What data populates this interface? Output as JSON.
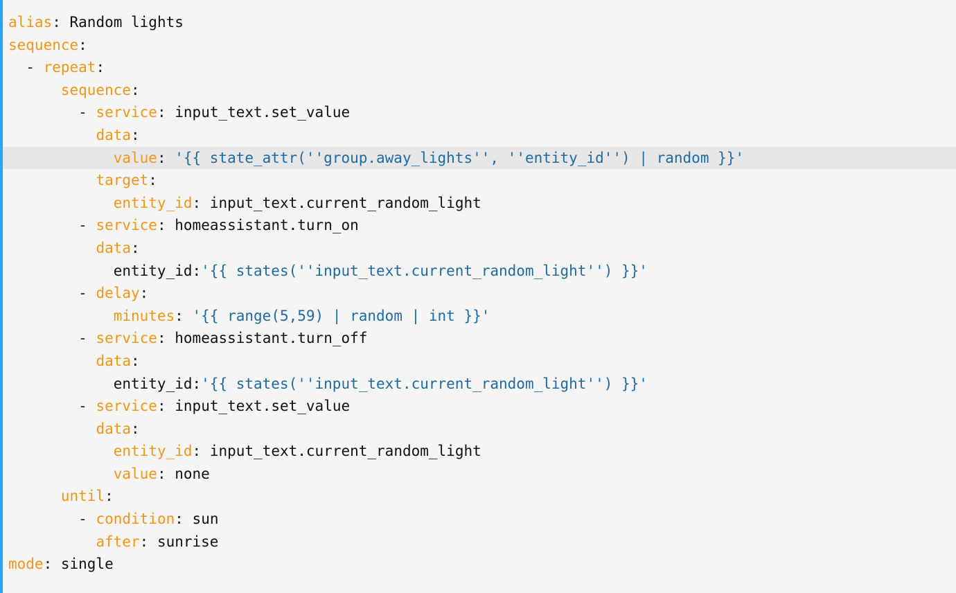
{
  "colors": {
    "background": "#f5f5f5",
    "accent_bar": "#2aa4ef",
    "active_line": "#e7e7e7",
    "key": "#f0961a",
    "string": "#1f6aa3",
    "plain": "#111111"
  },
  "active_line_index": 6,
  "lines": [
    {
      "indent": "",
      "tokens": [
        {
          "t": "key",
          "v": "alias"
        },
        {
          "t": "punct",
          "v": ": "
        },
        {
          "t": "plain",
          "v": "Random lights"
        }
      ]
    },
    {
      "indent": "",
      "tokens": [
        {
          "t": "key",
          "v": "sequence"
        },
        {
          "t": "punct",
          "v": ":"
        }
      ]
    },
    {
      "indent": "  ",
      "tokens": [
        {
          "t": "punct",
          "v": "- "
        },
        {
          "t": "key",
          "v": "repeat"
        },
        {
          "t": "punct",
          "v": ":"
        }
      ]
    },
    {
      "indent": "      ",
      "tokens": [
        {
          "t": "key",
          "v": "sequence"
        },
        {
          "t": "punct",
          "v": ":"
        }
      ]
    },
    {
      "indent": "        ",
      "tokens": [
        {
          "t": "punct",
          "v": "- "
        },
        {
          "t": "key",
          "v": "service"
        },
        {
          "t": "punct",
          "v": ": "
        },
        {
          "t": "plain",
          "v": "input_text.set_value"
        }
      ]
    },
    {
      "indent": "          ",
      "tokens": [
        {
          "t": "key",
          "v": "data"
        },
        {
          "t": "punct",
          "v": ":"
        }
      ]
    },
    {
      "indent": "            ",
      "tokens": [
        {
          "t": "key",
          "v": "value"
        },
        {
          "t": "punct",
          "v": ": "
        },
        {
          "t": "str",
          "v": "'{{ state_attr(''group.away_lights'', ''entity_id'') | random }}'"
        }
      ]
    },
    {
      "indent": "          ",
      "tokens": [
        {
          "t": "key",
          "v": "target"
        },
        {
          "t": "punct",
          "v": ":"
        }
      ]
    },
    {
      "indent": "            ",
      "tokens": [
        {
          "t": "key",
          "v": "entity_id"
        },
        {
          "t": "punct",
          "v": ": "
        },
        {
          "t": "plain",
          "v": "input_text.current_random_light"
        }
      ]
    },
    {
      "indent": "        ",
      "tokens": [
        {
          "t": "punct",
          "v": "- "
        },
        {
          "t": "key",
          "v": "service"
        },
        {
          "t": "punct",
          "v": ": "
        },
        {
          "t": "plain",
          "v": "homeassistant.turn_on"
        }
      ]
    },
    {
      "indent": "          ",
      "tokens": [
        {
          "t": "key",
          "v": "data"
        },
        {
          "t": "punct",
          "v": ":"
        }
      ]
    },
    {
      "indent": "            ",
      "tokens": [
        {
          "t": "plain",
          "v": "entity_id:"
        },
        {
          "t": "str",
          "v": "'{{ states(''input_text.current_random_light'') }}'"
        }
      ]
    },
    {
      "indent": "        ",
      "tokens": [
        {
          "t": "punct",
          "v": "- "
        },
        {
          "t": "key",
          "v": "delay"
        },
        {
          "t": "punct",
          "v": ":"
        }
      ]
    },
    {
      "indent": "            ",
      "tokens": [
        {
          "t": "key",
          "v": "minutes"
        },
        {
          "t": "punct",
          "v": ": "
        },
        {
          "t": "str",
          "v": "'{{ range(5,59) | random | int }}'"
        }
      ]
    },
    {
      "indent": "        ",
      "tokens": [
        {
          "t": "punct",
          "v": "- "
        },
        {
          "t": "key",
          "v": "service"
        },
        {
          "t": "punct",
          "v": ": "
        },
        {
          "t": "plain",
          "v": "homeassistant.turn_off"
        }
      ]
    },
    {
      "indent": "          ",
      "tokens": [
        {
          "t": "key",
          "v": "data"
        },
        {
          "t": "punct",
          "v": ":"
        }
      ]
    },
    {
      "indent": "            ",
      "tokens": [
        {
          "t": "plain",
          "v": "entity_id:"
        },
        {
          "t": "str",
          "v": "'{{ states(''input_text.current_random_light'') }}'"
        }
      ]
    },
    {
      "indent": "        ",
      "tokens": [
        {
          "t": "punct",
          "v": "- "
        },
        {
          "t": "key",
          "v": "service"
        },
        {
          "t": "punct",
          "v": ": "
        },
        {
          "t": "plain",
          "v": "input_text.set_value"
        }
      ]
    },
    {
      "indent": "          ",
      "tokens": [
        {
          "t": "key",
          "v": "data"
        },
        {
          "t": "punct",
          "v": ":"
        }
      ]
    },
    {
      "indent": "            ",
      "tokens": [
        {
          "t": "key",
          "v": "entity_id"
        },
        {
          "t": "punct",
          "v": ": "
        },
        {
          "t": "plain",
          "v": "input_text.current_random_light"
        }
      ]
    },
    {
      "indent": "            ",
      "tokens": [
        {
          "t": "key",
          "v": "value"
        },
        {
          "t": "punct",
          "v": ": "
        },
        {
          "t": "plain",
          "v": "none"
        }
      ]
    },
    {
      "indent": "      ",
      "tokens": [
        {
          "t": "key",
          "v": "until"
        },
        {
          "t": "punct",
          "v": ":"
        }
      ]
    },
    {
      "indent": "        ",
      "tokens": [
        {
          "t": "punct",
          "v": "- "
        },
        {
          "t": "key",
          "v": "condition"
        },
        {
          "t": "punct",
          "v": ": "
        },
        {
          "t": "plain",
          "v": "sun"
        }
      ]
    },
    {
      "indent": "          ",
      "tokens": [
        {
          "t": "key",
          "v": "after"
        },
        {
          "t": "punct",
          "v": ": "
        },
        {
          "t": "plain",
          "v": "sunrise"
        }
      ]
    },
    {
      "indent": "",
      "tokens": [
        {
          "t": "key",
          "v": "mode"
        },
        {
          "t": "punct",
          "v": ": "
        },
        {
          "t": "plain",
          "v": "single"
        }
      ]
    }
  ]
}
